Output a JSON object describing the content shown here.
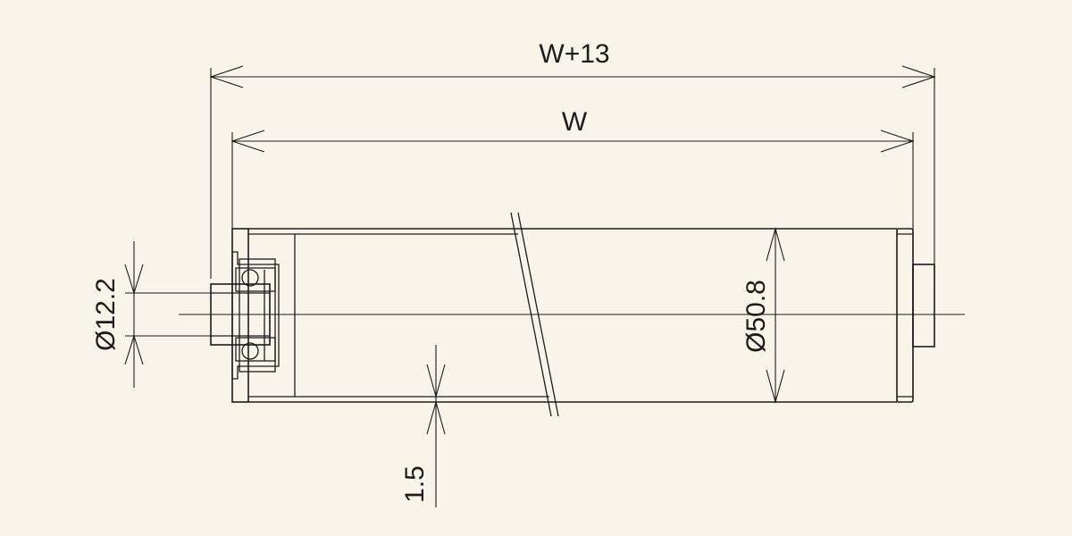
{
  "dimensions": {
    "overall_width": "W+13",
    "tube_width": "W",
    "shaft_diameter": "Ø12.2",
    "tube_diameter": "Ø50.8",
    "wall_thickness": "1.5"
  },
  "colors": {
    "background": "#f7f4ea",
    "line": "#1c1c1c"
  }
}
